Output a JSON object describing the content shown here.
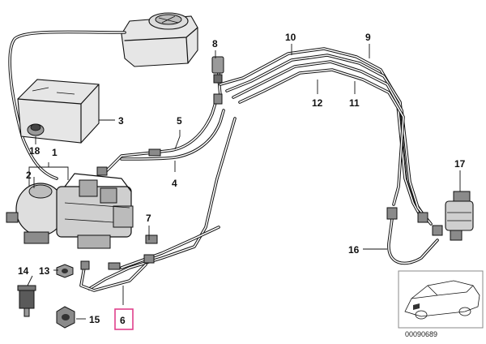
{
  "diagram": {
    "callouts": [
      {
        "id": "c1",
        "label": "1"
      },
      {
        "id": "c2",
        "label": "2"
      },
      {
        "id": "c3",
        "label": "3"
      },
      {
        "id": "c4",
        "label": "4"
      },
      {
        "id": "c5",
        "label": "5"
      },
      {
        "id": "c6",
        "label": "6",
        "highlighted": true
      },
      {
        "id": "c7",
        "label": "7"
      },
      {
        "id": "c8",
        "label": "8"
      },
      {
        "id": "c9",
        "label": "9"
      },
      {
        "id": "c10",
        "label": "10"
      },
      {
        "id": "c11",
        "label": "11"
      },
      {
        "id": "c12",
        "label": "12"
      },
      {
        "id": "c13",
        "label": "13"
      },
      {
        "id": "c14",
        "label": "14"
      },
      {
        "id": "c15",
        "label": "15"
      },
      {
        "id": "c16",
        "label": "16"
      },
      {
        "id": "c17",
        "label": "17"
      },
      {
        "id": "c18",
        "label": "18"
      }
    ],
    "part_number": "00090689",
    "highlight_color": "#e0408c"
  }
}
